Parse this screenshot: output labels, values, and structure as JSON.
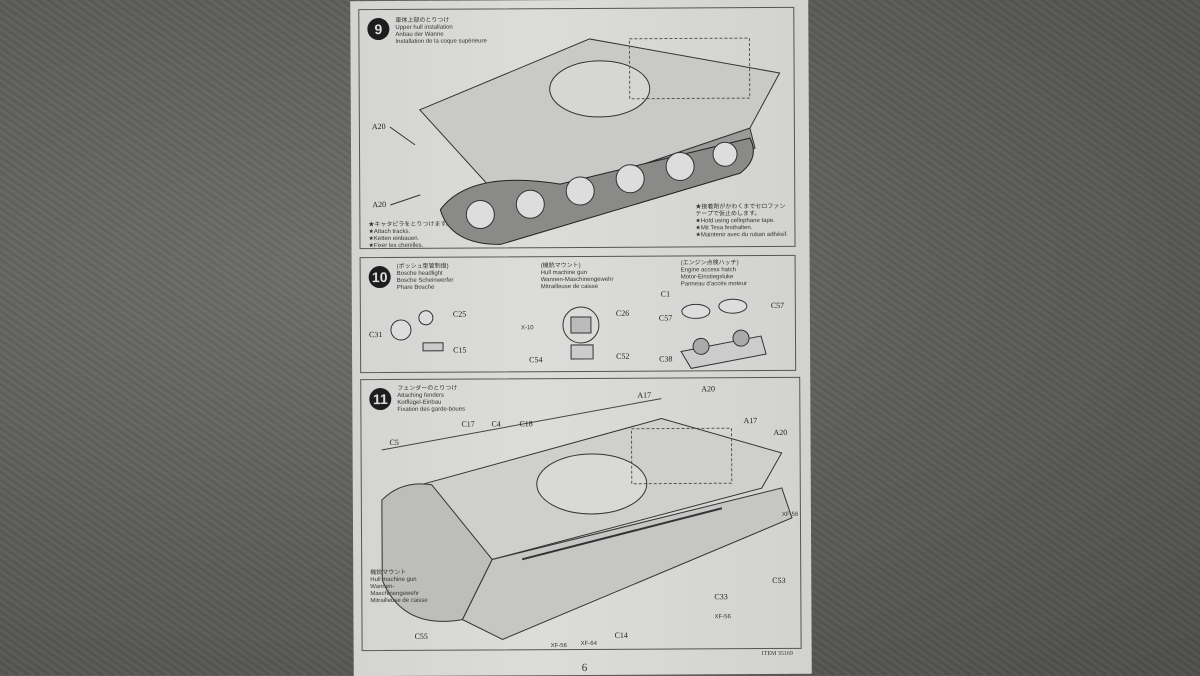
{
  "step9": {
    "number": "9",
    "title_jp": "車体上部のとりつけ",
    "title_en": "Upper hull installation",
    "title_de": "Anbau der Wanne",
    "title_fr": "Installation de la coque supérieure",
    "parts": [
      "A20",
      "A20"
    ],
    "note_left": [
      "★キャタピラをとりつけます。",
      "★Attach tracks.",
      "★Ketten einbauen.",
      "★Fixer les chenilles."
    ],
    "note_right": [
      "★接着剤がかわくまでセロファン",
      "テープで仮止めします。",
      "★Hold using cellophane tape.",
      "★Mit Tesa festhalten.",
      "★Maintenir avec du ruban adhésif."
    ]
  },
  "step10": {
    "number": "10",
    "headlight": {
      "jp": "(ボッシュ型管制燈)",
      "en": "Bosche headlight",
      "de": "Bosche Scheinwerfer",
      "fr": "Phare Bosche",
      "parts": [
        "C25",
        "C31",
        "C15"
      ]
    },
    "mg": {
      "jp": "(機銃マウント)",
      "en": "Hull machine gun",
      "de": "Wannen-Maschinengewehr",
      "fr": "Mitrailleuse de caisse",
      "parts": [
        "C26",
        "X-10",
        "C54",
        "C52"
      ]
    },
    "hatch": {
      "jp": "(エンジン点検ハッチ)",
      "en": "Engine access hatch",
      "de": "Motor-Einstiegsluke",
      "fr": "Panneau d'accès moteur",
      "parts": [
        "C1",
        "C57",
        "C57",
        "C38"
      ]
    }
  },
  "step11": {
    "number": "11",
    "title_jp": "フェンダーのとりつけ",
    "title_en": "Attaching fenders",
    "title_de": "Kotflügel-Einbau",
    "title_fr": "Fixation des garde-boues",
    "parts": [
      "C17",
      "C4",
      "C18",
      "C5",
      "A17",
      "A20",
      "A17",
      "A20",
      "XF-56",
      "C53",
      "C33",
      "XF-56",
      "C14",
      "XF-64",
      "XF-56",
      "C55"
    ],
    "mg_note": [
      "機銃マウント",
      "Hull machine gun",
      "Wannen-",
      "Maschinengewehr",
      "Mitrailleuse de caisse"
    ]
  },
  "footer": {
    "item": "ITEM 35169",
    "page": "6"
  }
}
